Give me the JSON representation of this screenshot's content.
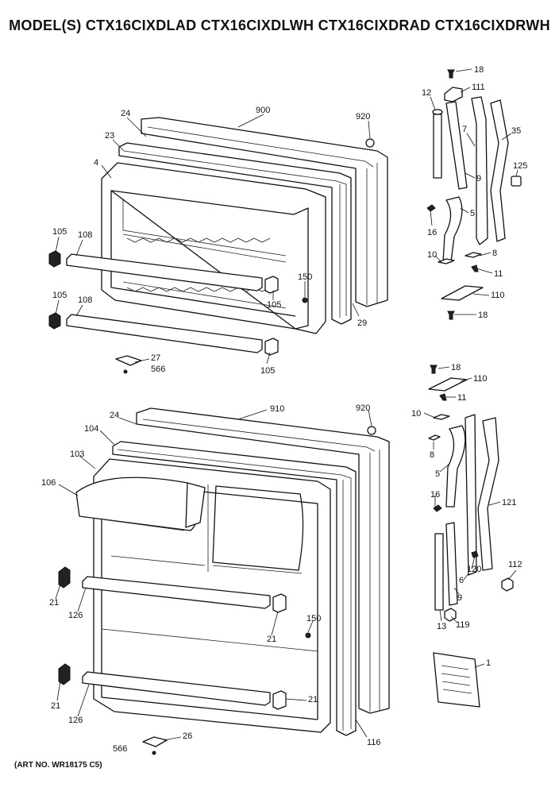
{
  "header": {
    "title": "MODEL(S) CTX16CIXDLAD  CTX16CIXDLWH  CTX16CIXDRAD  CTX16CIXDRWH"
  },
  "footer": {
    "art_number": "(ART NO. WR18175 C5)"
  },
  "freezer_door": {
    "callouts": [
      "900",
      "920",
      "24",
      "23",
      "4",
      "105",
      "108",
      "105",
      "108",
      "150",
      "105",
      "29",
      "105",
      "27",
      "566"
    ]
  },
  "freezer_hinge": {
    "callouts": [
      "18",
      "111",
      "12",
      "7",
      "35",
      "125",
      "9",
      "5",
      "16",
      "10",
      "8",
      "11",
      "110",
      "18"
    ]
  },
  "fresh_food_door": {
    "callouts": [
      "910",
      "920",
      "24",
      "104",
      "103",
      "106",
      "21",
      "126",
      "21",
      "150",
      "21",
      "126",
      "21",
      "26",
      "566",
      "116"
    ]
  },
  "fresh_food_hinge": {
    "callouts": [
      "18",
      "110",
      "11",
      "10",
      "8",
      "5",
      "16",
      "121",
      "120",
      "6",
      "112",
      "9",
      "13",
      "119",
      "1"
    ]
  }
}
